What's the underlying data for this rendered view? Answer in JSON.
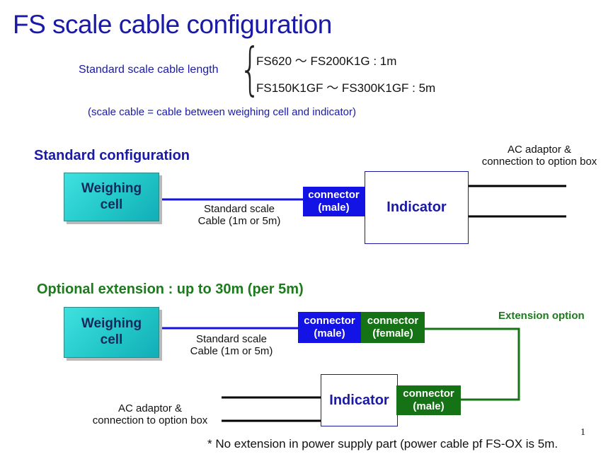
{
  "title": "FS scale cable configuration",
  "header": {
    "standard_length_label": "Standard scale cable length",
    "spec_1": "FS620 ～ FS200K1G : 1m",
    "spec_2": "FS150K1GF ～ FS300K1GF : 5m",
    "definition": "(scale cable = cable between weighing cell and indicator)"
  },
  "standard": {
    "heading": "Standard configuration",
    "cell_line1": "Weighing",
    "cell_line2": "cell",
    "cable_line1": "Standard scale",
    "cable_line2": "Cable (1m or 5m)",
    "connector_line1": "connector",
    "connector_line2": "(male)",
    "indicator": "Indicator",
    "ac_line1": "AC adaptor &",
    "ac_line2": "connection to option box"
  },
  "optional": {
    "heading": "Optional extension : up to 30m (per 5m)",
    "cell_line1": "Weighing",
    "cell_line2": "cell",
    "cable_line1": "Standard scale",
    "cable_line2": "Cable (1m or 5m)",
    "connector_male_line1": "connector",
    "connector_male_line2": "(male)",
    "connector_female_line1": "connector",
    "connector_female_line2": "(female)",
    "extension_label": "Extension option",
    "indicator": "Indicator",
    "indicator_connector_line1": "connector",
    "indicator_connector_line2": "(male)",
    "ac_line1": "AC adaptor &",
    "ac_line2": "connection to option box"
  },
  "footnote": "* No extension in power supply part (power cable pf FS-OX is 5m.",
  "page_number": "1",
  "colors": {
    "title_blue": "#1a1aa6",
    "connector_blue": "#1313e6",
    "connector_green": "#157315",
    "extension_green": "#1d7a1d",
    "cell_cyan": "#22c7c7"
  }
}
